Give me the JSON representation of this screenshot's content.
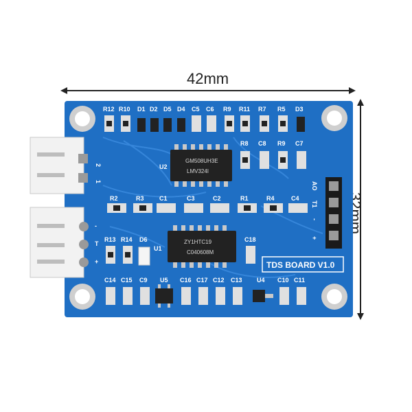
{
  "dimensions": {
    "width_label": "42mm",
    "height_label": "32mm"
  },
  "board": {
    "title": "TDS BOARD V1.0",
    "colors": {
      "pcb": "#1f6fc4",
      "silk": "#ffffff",
      "chip": "#222222",
      "pad": "#d9d9d9"
    },
    "top_labels": [
      "R12",
      "R10",
      "D1",
      "D2",
      "D5",
      "D4",
      "C5",
      "C6",
      "R9",
      "R11",
      "R7",
      "R5",
      "D3"
    ],
    "row2_labels": [
      "R8",
      "C8",
      "R9",
      "C7"
    ],
    "row3_labels": [
      "R2",
      "R3",
      "C1",
      "C3",
      "C2",
      "R1",
      "R4",
      "C4"
    ],
    "left_labels": [
      "R13",
      "R14",
      "D6",
      "U1",
      "C18"
    ],
    "bottom_labels": [
      "C14",
      "C15",
      "C9",
      "U5",
      "C16",
      "C17",
      "C12",
      "C13",
      "U4",
      "C10",
      "C11"
    ],
    "chips": [
      {
        "ref": "U2",
        "line1": "GM508UH3E",
        "line2": "LMV324I"
      },
      {
        "ref": "U1",
        "line1": "ZY1HTC19",
        "line2": "C040608M"
      }
    ],
    "connector_right": [
      "AO",
      "T1",
      "-",
      "+"
    ],
    "connector_left_top": [
      "2",
      "1"
    ],
    "connector_left_bottom": [
      "-",
      "T",
      "+"
    ]
  }
}
